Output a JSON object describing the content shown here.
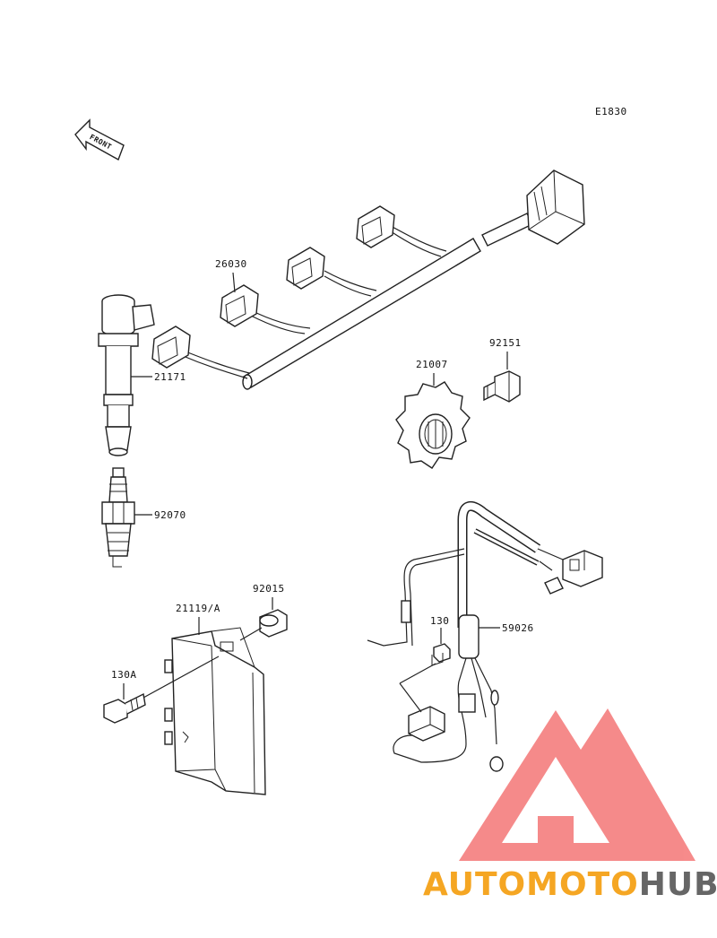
{
  "diagram_code": "E1830",
  "front_label": "FRONT",
  "parts": {
    "coil_harness": "26030",
    "ignition_coil": "21171",
    "spark_plug": "92070",
    "rotor": "21007",
    "rotor_bolt": "92151",
    "ecu_collar": "92015",
    "ecu": "21119/A",
    "ecu_bolt": "130A",
    "sensor_bolt": "130",
    "sensor_harness": "59026"
  },
  "watermark": {
    "part1": "AUTOMOTO",
    "part2": "HUB",
    "color1": "#f5a623",
    "color2": "#666666",
    "logo_color": "#ee2b2b"
  }
}
